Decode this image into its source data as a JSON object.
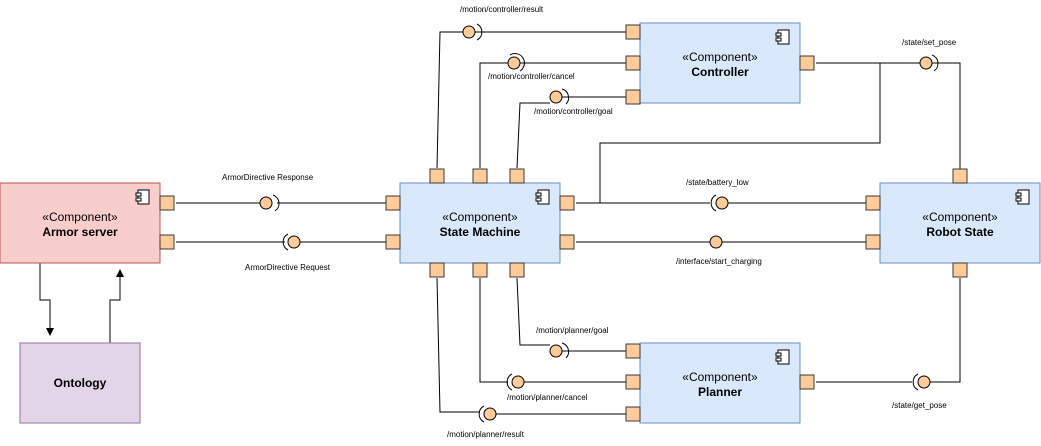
{
  "stereotype": "«Component»",
  "components": {
    "armor": {
      "name": "Armor server",
      "fill": "#F8CECC",
      "stroke": "#B85450",
      "stereotype_color": "#000000"
    },
    "state_machine": {
      "name": "State Machine",
      "fill": "#DAE8FC",
      "stroke": "#6C8EBF"
    },
    "controller": {
      "name": "Controller",
      "fill": "#DAE8FC",
      "stroke": "#6C8EBF"
    },
    "robot_state": {
      "name": "Robot State",
      "fill": "#DAE8FC",
      "stroke": "#6C8EBF"
    },
    "planner": {
      "name": "Planner",
      "fill": "#DAE8FC",
      "stroke": "#6C8EBF"
    },
    "ontology": {
      "name": "Ontology",
      "fill": "#E1D5E7",
      "stroke": "#9673A6"
    }
  },
  "port_color": {
    "fill": "#FFCC99",
    "stroke": "#36393D"
  },
  "labels": {
    "controller_result": "/motion/controller/result",
    "controller_cancel": "/motion/controller/cancel",
    "controller_goal": "/motion/controller/goal",
    "set_pose": "/state/set_pose",
    "armor_response": "ArmorDirective Response",
    "armor_request": "ArmorDirective Request",
    "battery_low": "/state/battery_low",
    "start_charging": "/interface/start_charging",
    "planner_goal": "/motion/planner/goal",
    "planner_cancel": "/motion/planner/cancel",
    "planner_result": "/motion/planner/result",
    "get_pose": "/state/get_pose"
  }
}
